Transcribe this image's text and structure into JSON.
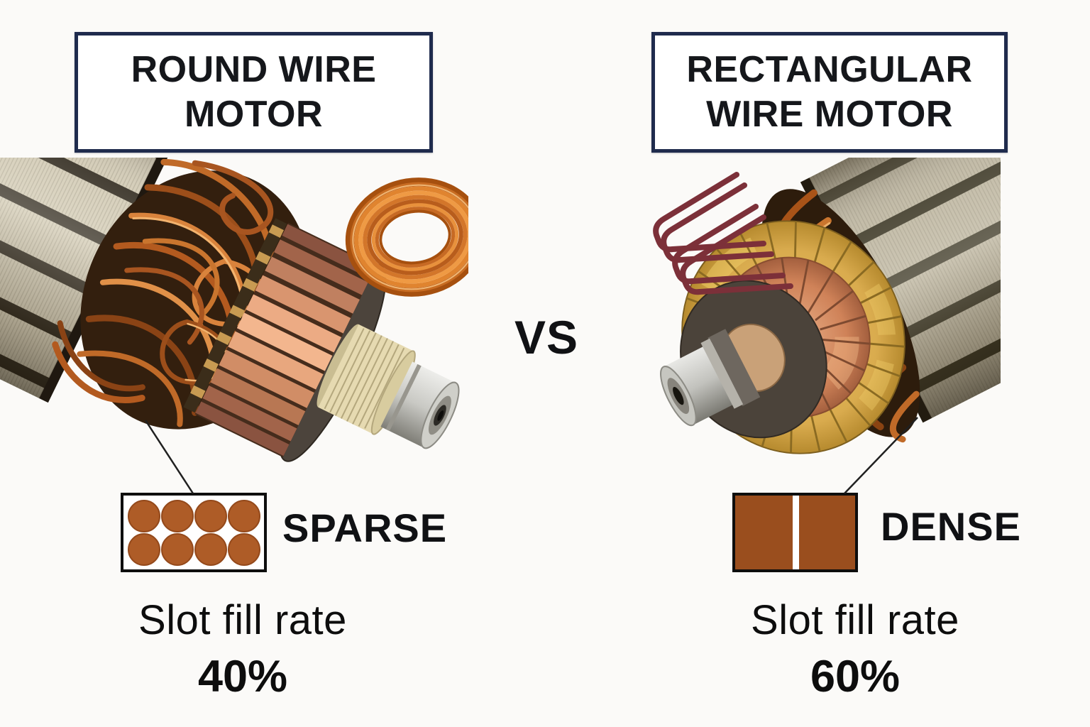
{
  "colors": {
    "background": "#fbfaf8",
    "title_border_navy": "#1f2b4d",
    "text_dark": "#15171b",
    "round_wire_copper": "#ae5c27",
    "rect_wire_copper": "#9a4e1e"
  },
  "center": {
    "versus_label": "VS"
  },
  "left_panel": {
    "title": "ROUND WIRE MOTOR",
    "motor_illustration": "round-wire-motor-armature",
    "wire_sample_illustration": "coil-of-round-copper-wire",
    "slot_diagram": {
      "label": "SPARSE",
      "wire_shape": "round",
      "wire_count": 8,
      "rows": 2,
      "columns": 4
    },
    "caption": {
      "line1": "Slot fill rate",
      "value": "40%"
    }
  },
  "right_panel": {
    "title": "RECTANGULAR WIRE MOTOR",
    "motor_illustration": "rectangular-wire-motor-armature",
    "wire_sample_illustration": "hairpin-rectangular-wire-pins",
    "slot_diagram": {
      "label": "DENSE",
      "wire_shape": "rectangular",
      "wire_count": 2
    },
    "caption": {
      "line1": "Slot fill rate",
      "value": "60%"
    }
  }
}
